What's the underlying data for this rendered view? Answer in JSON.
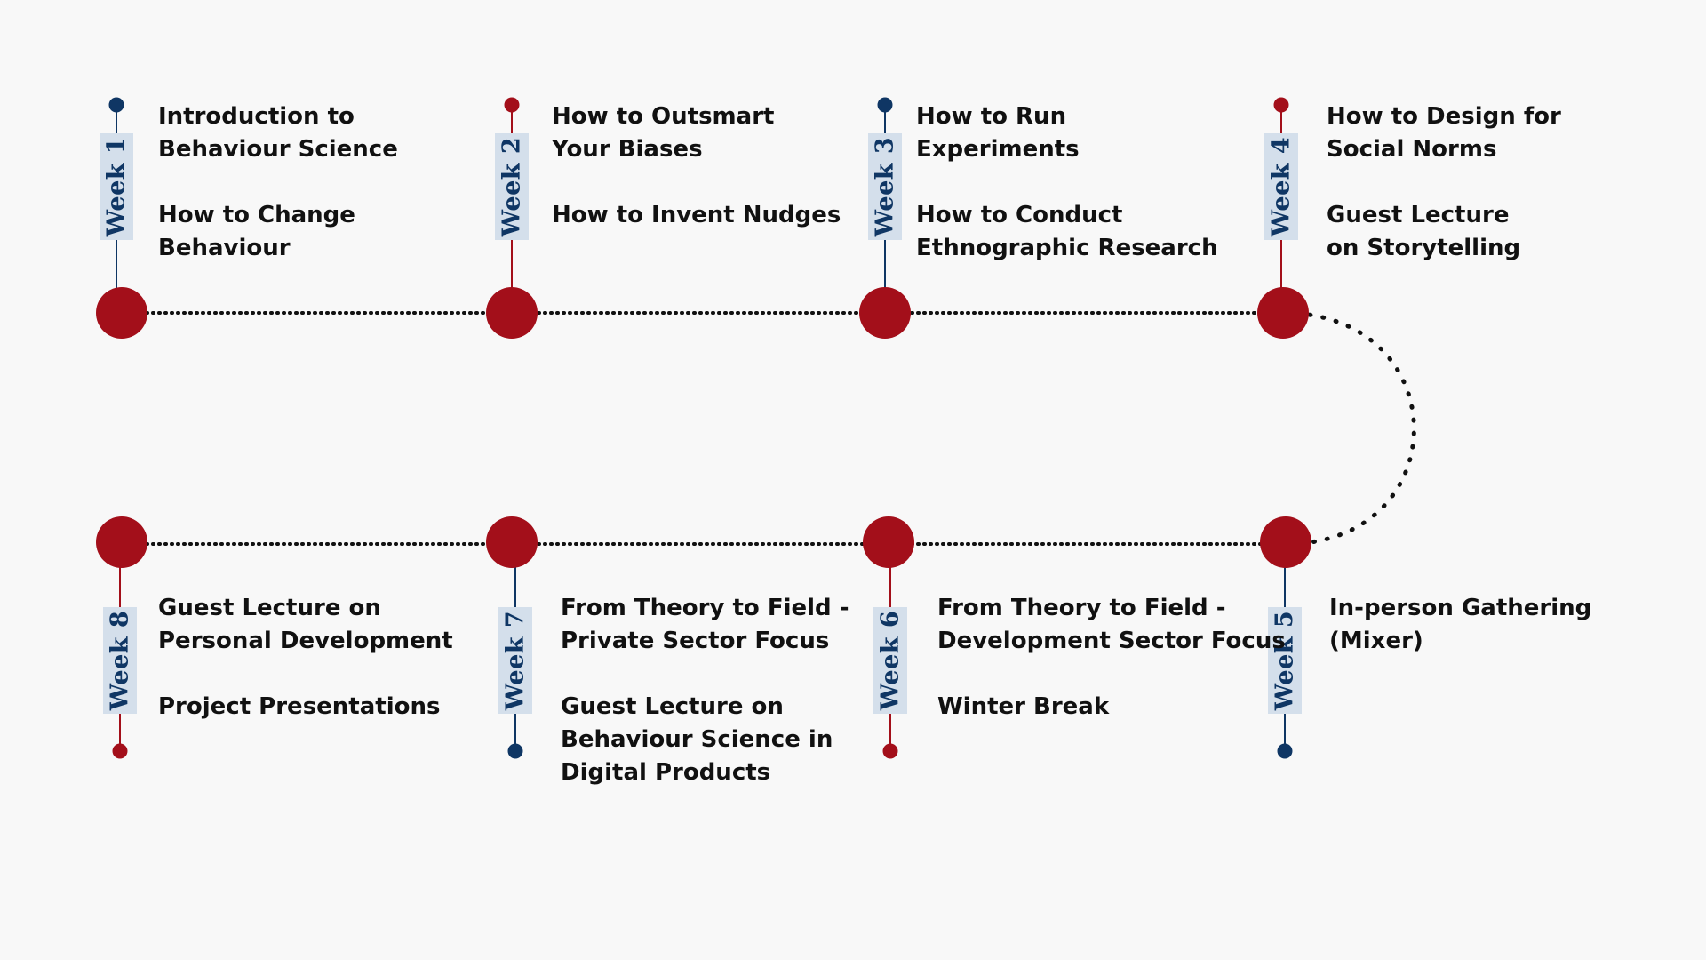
{
  "colors": {
    "background": "#f8f8f8",
    "node_red": "#a30f1a",
    "navy": "#0f3664",
    "label_bg": "#d4dfeb",
    "text": "#111111",
    "dots": "#111111"
  },
  "weeks": [
    {
      "label": "Week 1",
      "accent": "navy",
      "topics": [
        "Introduction to\nBehaviour Science",
        "How to Change\nBehaviour"
      ]
    },
    {
      "label": "Week 2",
      "accent": "red",
      "topics": [
        "How to Outsmart\nYour Biases",
        "How to Invent Nudges"
      ]
    },
    {
      "label": "Week 3",
      "accent": "navy",
      "topics": [
        "How to Run\nExperiments",
        "How to Conduct\nEthnographic Research"
      ]
    },
    {
      "label": "Week 4",
      "accent": "red",
      "topics": [
        "How to Design for\nSocial Norms",
        "Guest Lecture\non Storytelling"
      ]
    },
    {
      "label": "Week 5",
      "accent": "navy",
      "topics": [
        "In-person Gathering\n(Mixer)"
      ]
    },
    {
      "label": "Week 6",
      "accent": "red",
      "topics": [
        "From Theory to Field -\nDevelopment Sector Focus",
        "Winter Break"
      ]
    },
    {
      "label": "Week 7",
      "accent": "navy",
      "topics": [
        "From Theory to Field -\nPrivate Sector Focus",
        "Guest Lecture on\nBehaviour Science in\nDigital Products"
      ]
    },
    {
      "label": "Week 8",
      "accent": "red",
      "topics": [
        "Guest Lecture on\nPersonal Development",
        "Project Presentations"
      ]
    }
  ]
}
